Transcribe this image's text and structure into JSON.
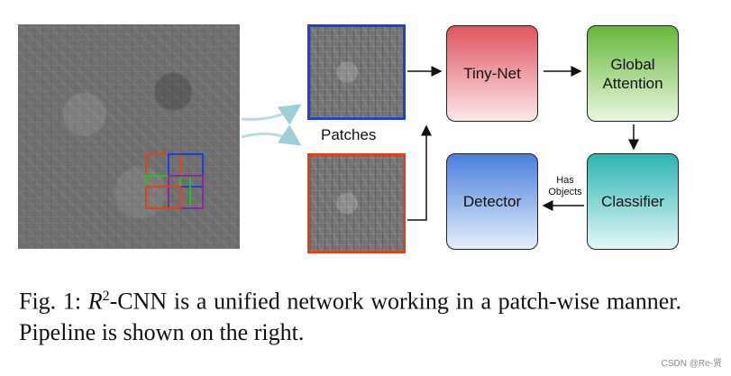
{
  "diagram": {
    "patches_label": "Patches",
    "blocks": {
      "tinynet": "Tiny-Net",
      "global_attention_line1": "Global",
      "global_attention_line2": "Attention",
      "classifier": "Classifier",
      "detector": "Detector"
    },
    "edge_label_line1": "Has",
    "edge_label_line2": "Objects",
    "colors": {
      "patch_blue": "#1f3fd8",
      "patch_red": "#e0401a",
      "grid_green": "#22c422",
      "grid_purple": "#8a2aa8",
      "tinynet": "#e0555f",
      "global_attention": "#67b83a",
      "classifier": "#2bb5b3",
      "detector": "#4a7fdc"
    }
  },
  "caption": {
    "fig_label": "Fig. 1:",
    "symbol": "R",
    "superscript": "2",
    "text_after": "-CNN is a unified network working in a patch-wise manner. Pipeline is shown on the right."
  },
  "watermark": "CSDN @Re-贤"
}
